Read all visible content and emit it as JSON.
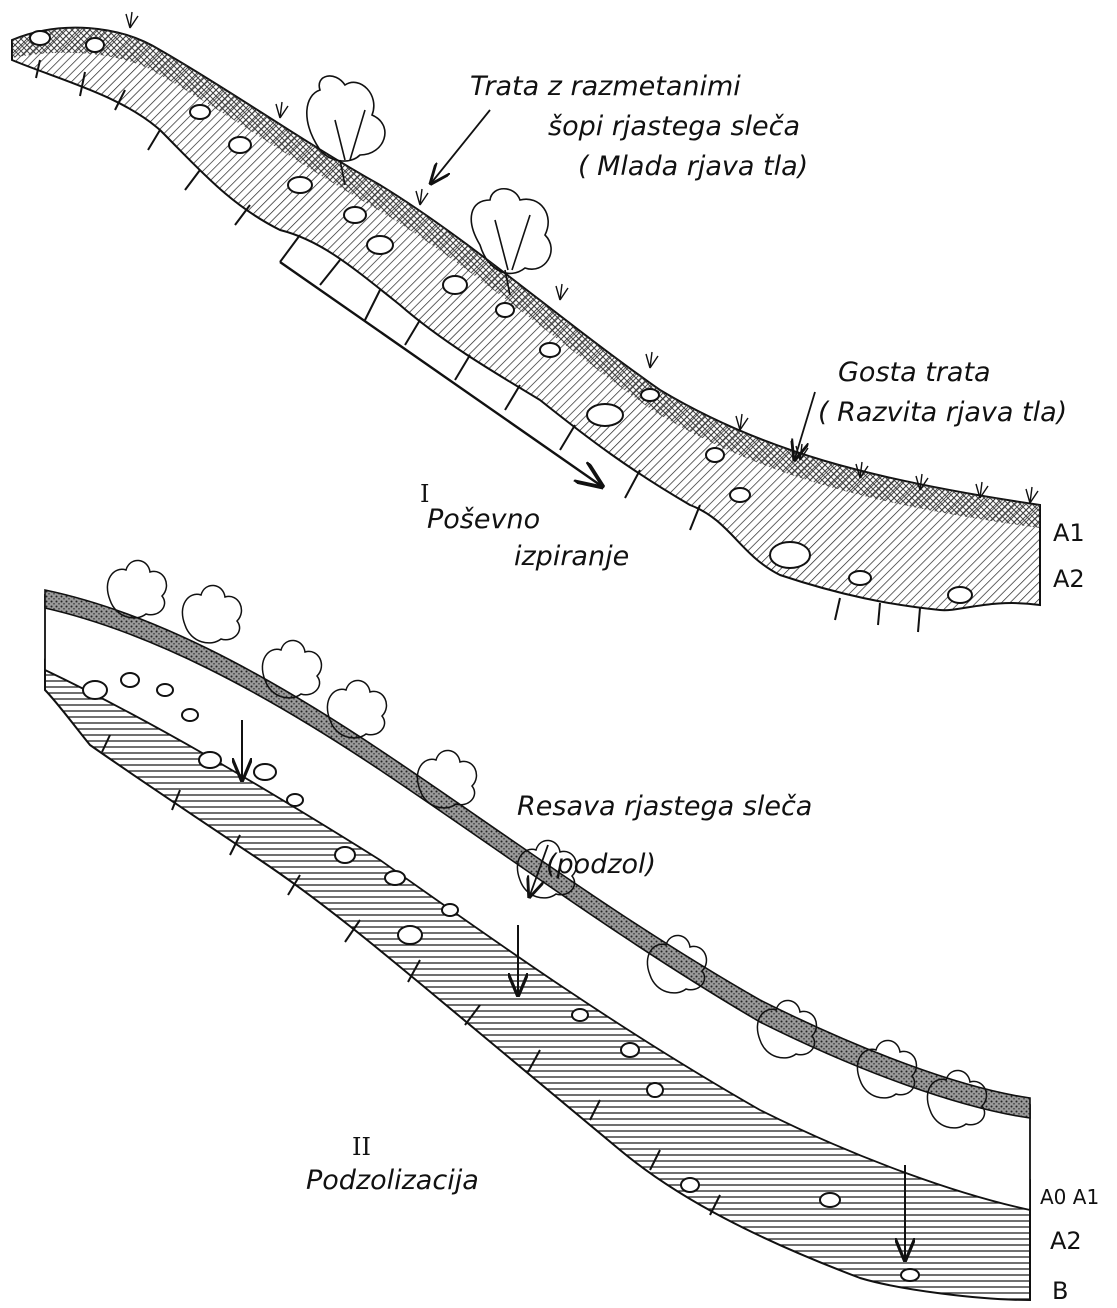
{
  "panel1": {
    "number": "I",
    "process": [
      "Poševno",
      "izpiranje"
    ],
    "label_top": [
      "Trata z razmetanimi",
      "šopi rjastega sleča",
      "( Mlada rjava tla)"
    ],
    "label_right": [
      "Gosta trata",
      "( Razvita rjava tla)"
    ],
    "horizons": [
      "A1",
      "A2"
    ]
  },
  "panel2": {
    "number": "II",
    "process": "Podzolizacija",
    "label": [
      "Resava rjastega sleča",
      "(podzol)"
    ],
    "horizons": [
      "A0 A1",
      "A2",
      "B"
    ]
  }
}
